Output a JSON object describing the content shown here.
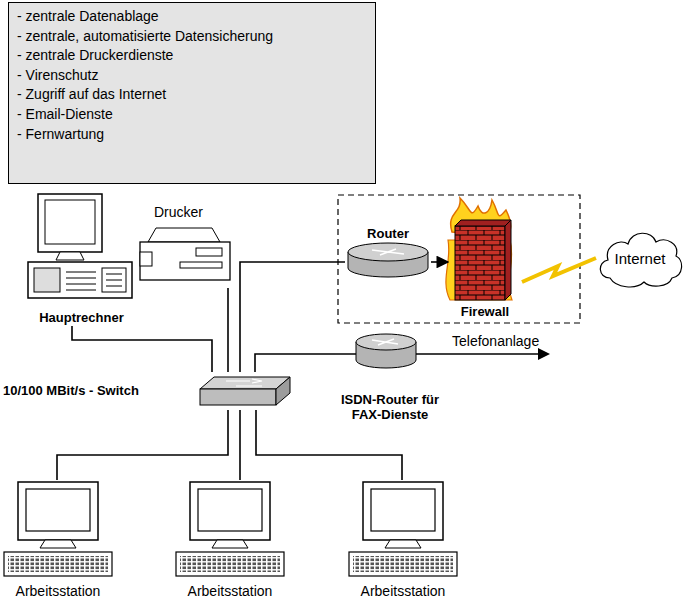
{
  "diagram": {
    "nodes": [
      {
        "text": [
          "- zentrale Datenablage",
          "- zentrale, automatisierte Datensicherung",
          "- zentrale Druckerdienste",
          "- Virenschutz",
          "- Zugriff auf das Internet",
          "- Email-Dienste",
          "- Fernwartung"
        ]
      },
      {
        "text": [
          "Hauptrechner"
        ]
      },
      {
        "text": [
          "Drucker"
        ]
      },
      {
        "text": [
          "Router"
        ]
      },
      {
        "text": [
          "Firewall"
        ]
      },
      {
        "text": [
          "Internet"
        ]
      },
      {
        "text": [
          "ISDN-Router für FAX-Dienste"
        ]
      },
      {
        "text": [
          "10/100 MBit/s - Switch"
        ]
      },
      {
        "text": [
          "Arbeitsstation"
        ]
      },
      {
        "text": [
          "Arbeitsstation"
        ]
      },
      {
        "text": [
          "Arbeitsstation"
        ]
      }
    ],
    "edges": [
      {
        "from": 1,
        "to": 7,
        "arrow": "none"
      },
      {
        "from": 2,
        "to": 7,
        "arrow": "none"
      },
      {
        "from": 7,
        "to": 3,
        "arrow": "none"
      },
      {
        "from": 3,
        "to": 4,
        "arrow": "to"
      },
      {
        "from": 4,
        "to": 5,
        "arrow": "none"
      },
      {
        "from": 7,
        "to": 6,
        "arrow": "none"
      },
      {
        "from": 7,
        "to": 8,
        "arrow": "none"
      },
      {
        "from": 7,
        "to": 9,
        "arrow": "none"
      },
      {
        "from": 7,
        "to": 10,
        "arrow": "none"
      }
    ],
    "labels": [
      "Telefonanlage"
    ]
  }
}
